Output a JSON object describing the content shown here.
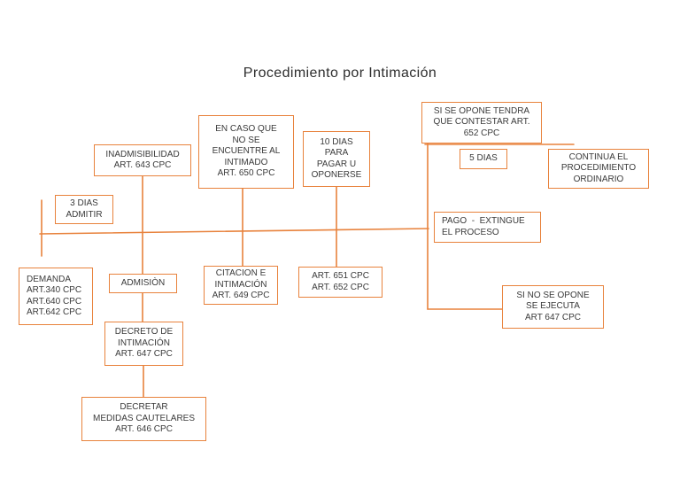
{
  "title": "Procedimiento por Intimación",
  "colors": {
    "accent": "#e8823c",
    "text": "#3a3a3a",
    "background": "#ffffff"
  },
  "nodes": {
    "tres_dias": "3 DIAS\nADMITIR",
    "inadmisibilidad": "INADMISIBILIDAD\nART. 643 CPC",
    "en_caso": "EN CASO QUE\nNO SE\nENCUENTRE AL\nINTIMADO\nART. 650 CPC",
    "diez_dias": "10 DIAS\nPARA\nPAGAR U\nOPONERSE",
    "si_se_opone": "SI SE OPONE TENDRA\nQUE CONTESTAR ART.\n652 CPC",
    "cinco_dias": "5 DIAS",
    "continua": "CONTINUA EL\nPROCEDIMIENTO\nORDINARIO",
    "pago": "PAGO  -  EXTINGUE\nEL PROCESO",
    "demanda": "DEMANDA\nART.340 CPC\nART.640 CPC\nART.642 CPC",
    "admision": "ADMISIÒN",
    "citacion": "CITACION E\nINTIMACIÓN\nART. 649 CPC",
    "art651": "ART. 651 CPC\nART. 652 CPC",
    "si_no_opone": "SI NO SE OPONE\nSE EJECUTA\nART 647 CPC",
    "decreto": "DECRETO DE\nINTIMACIÓN\nART. 647 CPC",
    "decretar": "DECRETAR\nMEDIDAS CAUTELARES\nART. 646 CPC"
  }
}
